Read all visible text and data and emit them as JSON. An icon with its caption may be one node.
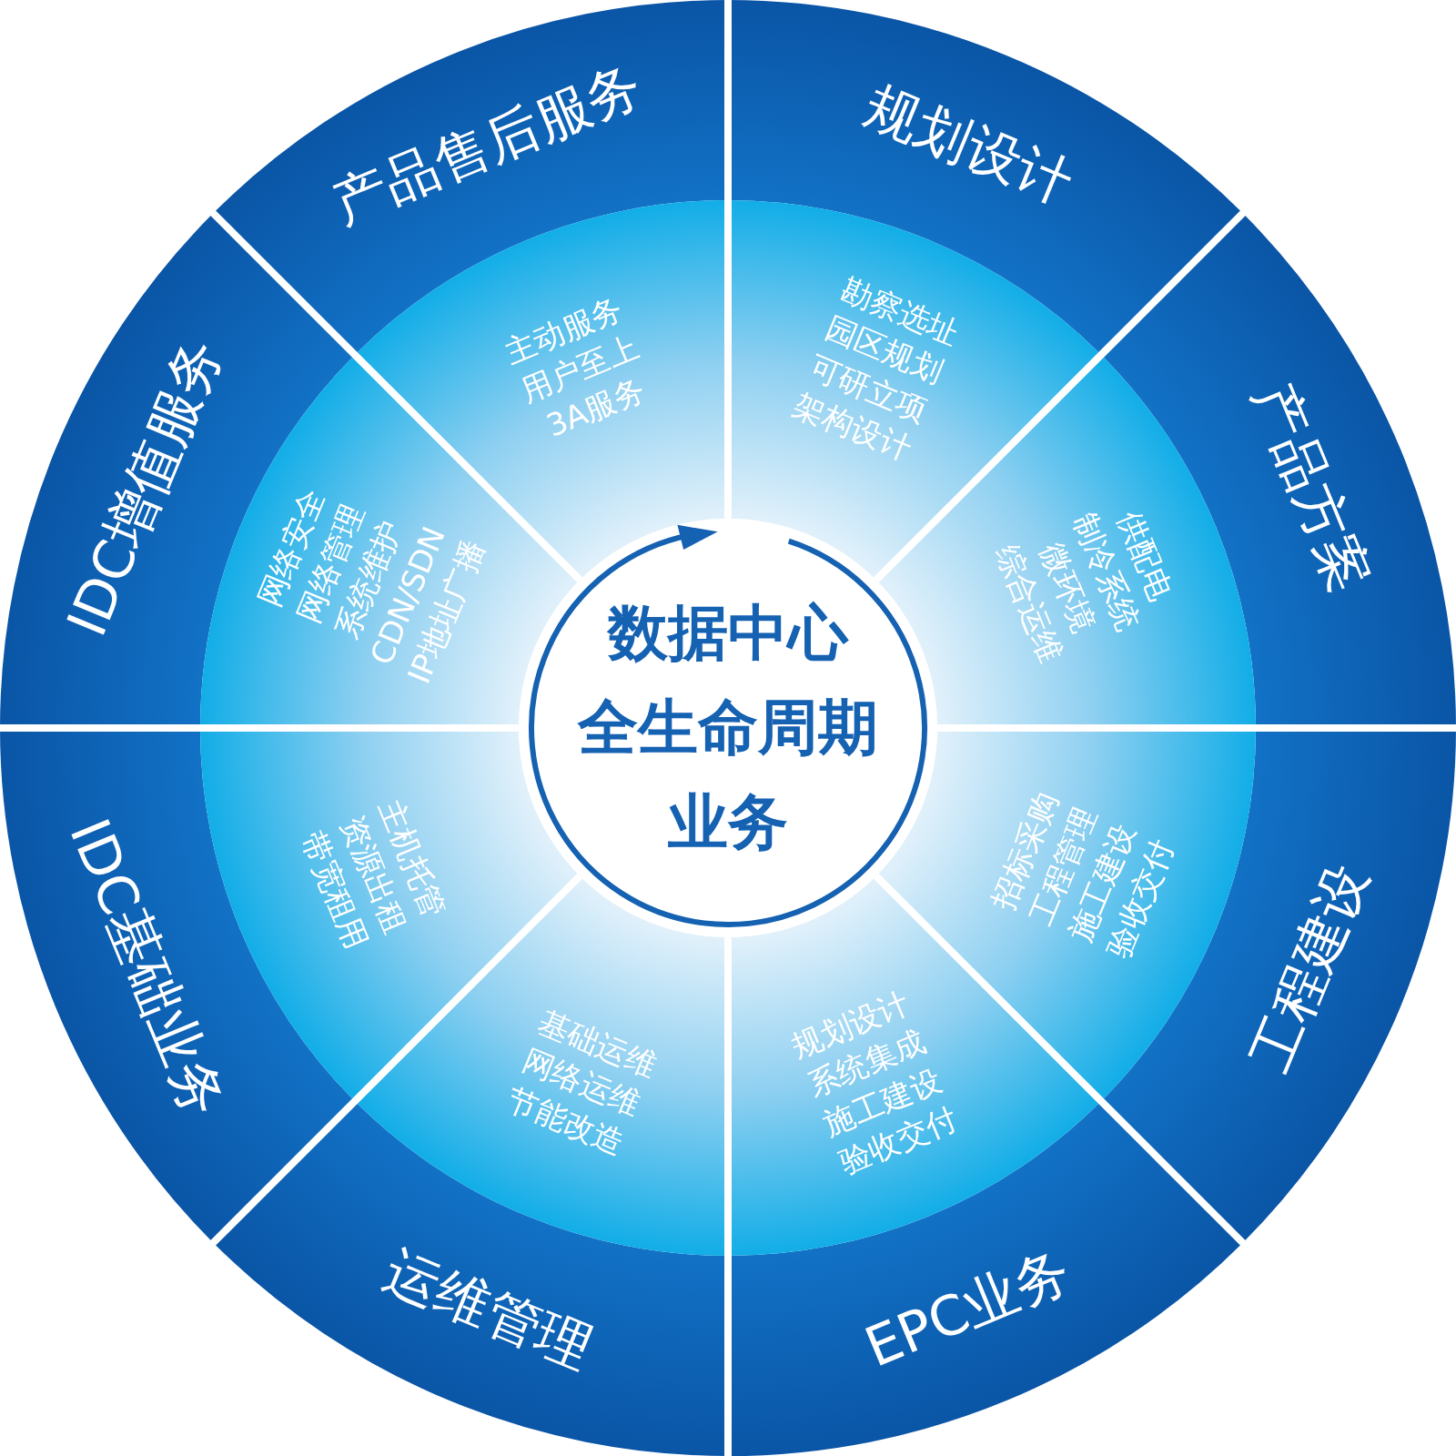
{
  "diagram": {
    "nodes": [
      {
        "text": [
          "数据中心",
          "全生命周期",
          "业务"
        ]
      },
      {
        "text": [
          "规划设计",
          "勘察选址",
          "园区规划",
          "可研立项",
          "架构设计"
        ]
      },
      {
        "text": [
          "产品方案",
          "供配电",
          "制冷系统",
          "微环境",
          "综合运维"
        ]
      },
      {
        "text": [
          "工程建设",
          "招标采购",
          "工程管理",
          "施工建设",
          "验收交付"
        ]
      },
      {
        "text": [
          "EPC业务",
          "规划设计",
          "系统集成",
          "施工建设",
          "验收交付"
        ]
      },
      {
        "text": [
          "运维管理",
          "基础运维",
          "网络运维",
          "节能改造"
        ]
      },
      {
        "text": [
          "IDC基础业务",
          "主机托管",
          "资源出租",
          "带宽租用"
        ]
      },
      {
        "text": [
          "IDC增值服务",
          "网络安全",
          "网络管理",
          "系统维护",
          "CDN/SDN",
          "IP地址广播"
        ]
      },
      {
        "text": [
          "产品售后服务",
          "主动服务",
          "用户至上",
          "3A服务"
        ]
      }
    ]
  }
}
